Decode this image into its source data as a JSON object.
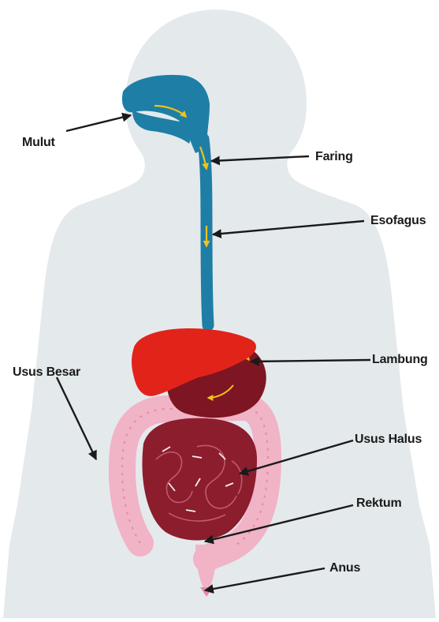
{
  "labels": {
    "mulut": "Mulut",
    "faring": "Faring",
    "esofagus": "Esofagus",
    "lambung": "Lambung",
    "usus_besar": "Usus Besar",
    "usus_halus": "Usus Halus",
    "rektum": "Rektum",
    "anus": "Anus"
  },
  "colors": {
    "body_silhouette": "#e4e9ec",
    "esophagus_blue": "#1e7ea5",
    "liver_red": "#e2231a",
    "stomach_dark": "#7e1522",
    "small_intestine": "#8b1d2d",
    "large_intestine_pink": "#f1b3c6",
    "flow_arrow_yellow": "#f2c21a",
    "pointer_black": "#1a1a1a"
  }
}
